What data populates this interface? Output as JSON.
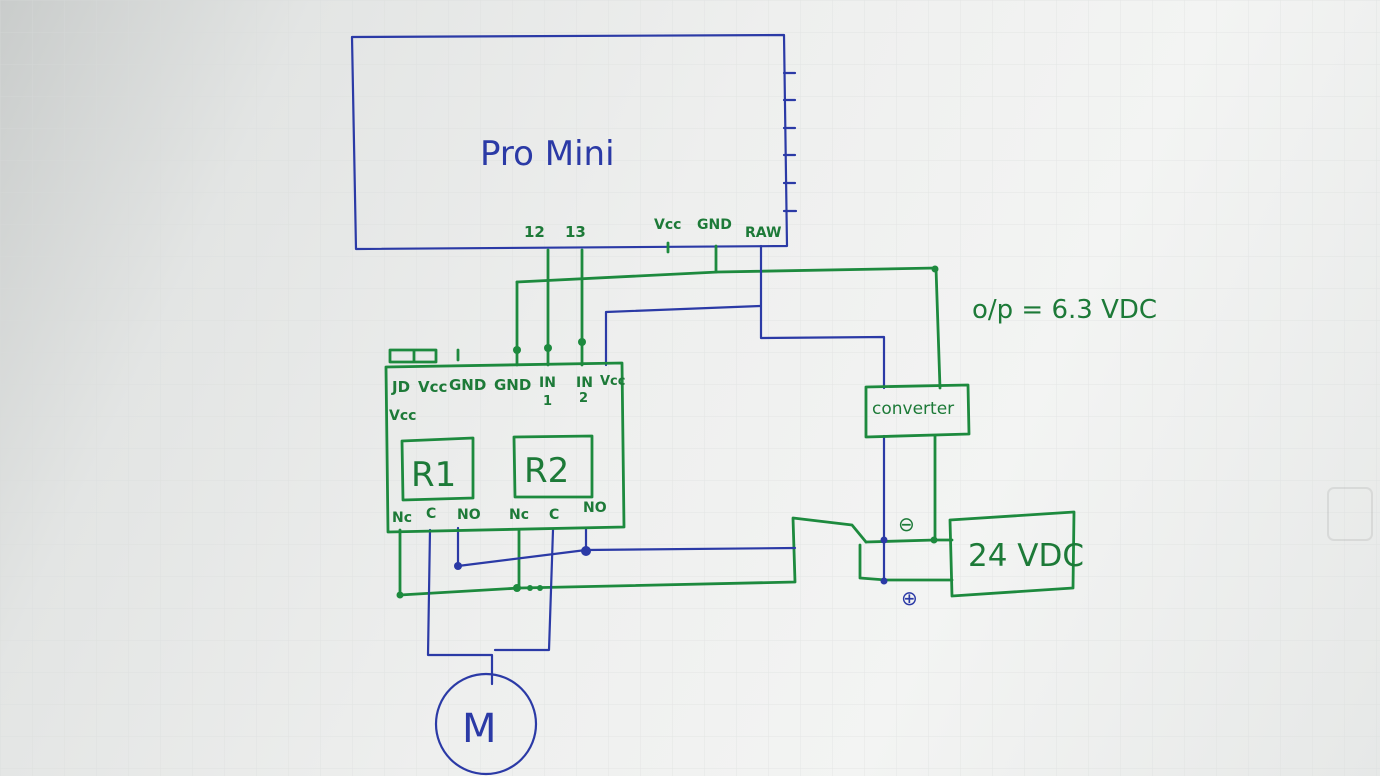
{
  "board": {
    "label": "Pro Mini",
    "pins": [
      "12",
      "13",
      "Vcc",
      "GND",
      "RAW"
    ]
  },
  "output_note": "o/p = 6.3 VDC",
  "relay_module": {
    "header_labels": [
      "JD",
      "Vcc",
      "Vcc",
      "GND",
      "GND",
      "IN",
      "1",
      "IN",
      "2",
      "Vcc"
    ],
    "relays": [
      "R1",
      "R2"
    ],
    "contacts": [
      "Nc",
      "C",
      "NO",
      "Nc",
      "C",
      "NO"
    ]
  },
  "converter": {
    "label": "converter"
  },
  "supply": {
    "label": "24 VDC",
    "minus": "⊖",
    "plus": "⊕"
  },
  "motor": {
    "label": "M"
  }
}
